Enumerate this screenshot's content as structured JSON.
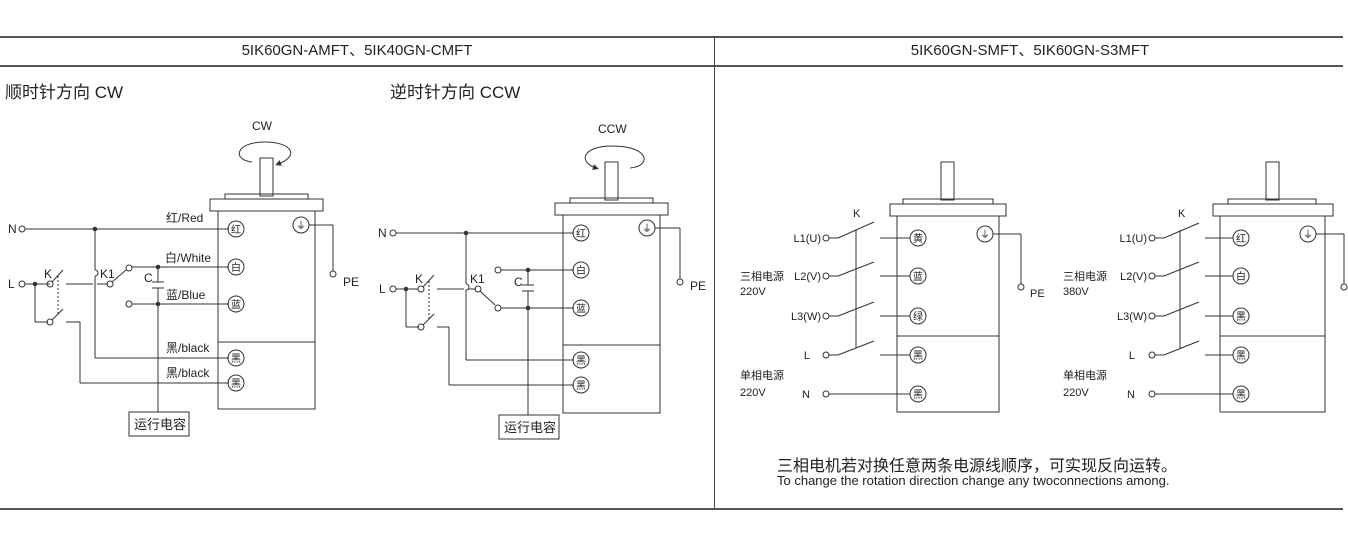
{
  "headers": {
    "left": "5IK60GN-AMFT、5IK40GN-CMFT",
    "right": "5IK60GN-SMFT、5IK60GN-S3MFT"
  },
  "left_panel": {
    "cw": {
      "subtitle": "顺时针方向 CW",
      "rotation_label": "CW",
      "terminals": {
        "N": "N",
        "L": "L",
        "PE": "PE",
        "K": "K",
        "K1": "K1",
        "C": "C"
      },
      "wire_labels": {
        "red": "红/Red",
        "white": "白/White",
        "blue": "蓝/Blue",
        "black1": "黑/black",
        "black2": "黑/black"
      },
      "pins": [
        "红",
        "白",
        "蓝",
        "黑",
        "黑"
      ],
      "capacitor_box": "运行电容"
    },
    "ccw": {
      "subtitle": "逆时针方向 CCW",
      "rotation_label": "CCW",
      "terminals": {
        "N": "N",
        "L": "L",
        "PE": "PE",
        "K": "K",
        "K1": "K1",
        "C": "C"
      },
      "pins": [
        "红",
        "白",
        "蓝",
        "黑",
        "黑"
      ],
      "capacitor_box": "运行电容"
    }
  },
  "right_panel": {
    "d220": {
      "switch": "K",
      "inputs": [
        "L1(U)",
        "L2(V)",
        "L3(W)",
        "L",
        "N"
      ],
      "three_phase_label": "三相电源",
      "three_phase_voltage": "220V",
      "single_phase_label": "单相电源",
      "single_phase_voltage": "220V",
      "pins": [
        "黄",
        "蓝",
        "绿",
        "黑",
        "黑"
      ],
      "pe": "PE"
    },
    "d380": {
      "switch": "K",
      "inputs": [
        "L1(U)",
        "L2(V)",
        "L3(W)",
        "L",
        "N"
      ],
      "three_phase_label": "三相电源",
      "three_phase_voltage": "380V",
      "single_phase_label": "单相电源",
      "single_phase_voltage": "220V",
      "pins": [
        "红",
        "白",
        "黑",
        "黑",
        "黑"
      ]
    },
    "note_cn": "三相电机若对换任意两条电源线顺序，可实现反向运转。",
    "note_en": "To change the rotation direction change any twoconnections among."
  },
  "symbols": {
    "ground": "⏚"
  }
}
